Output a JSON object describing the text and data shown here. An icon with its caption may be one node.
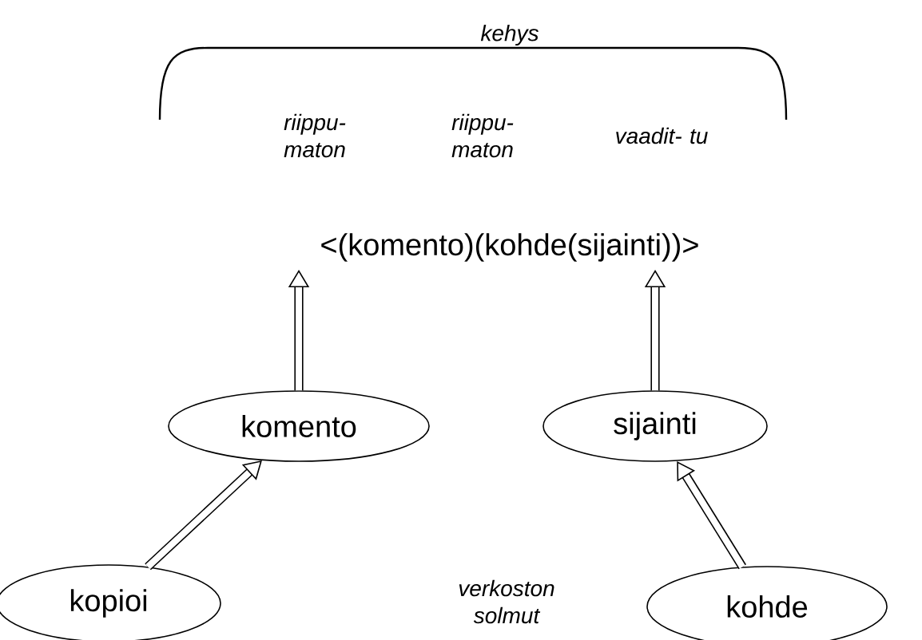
{
  "diagram": {
    "nodes": [
      {
        "text": [
          "<(komento)(kohde(sijainti))>"
        ]
      },
      {
        "text": [
          "komento"
        ]
      },
      {
        "text": [
          "sijainti"
        ]
      },
      {
        "text": [
          "kopioi"
        ]
      },
      {
        "text": [
          "kohde"
        ]
      }
    ],
    "edges": [
      {
        "from": 1,
        "to": 0,
        "arrow": "to"
      },
      {
        "from": 2,
        "to": 0,
        "arrow": "to"
      },
      {
        "from": 3,
        "to": 1,
        "arrow": "to"
      },
      {
        "from": 4,
        "to": 2,
        "arrow": "to"
      }
    ],
    "labels": [
      "kehys",
      "riippu- maton",
      "riippu- maton",
      "vaadit- tu",
      "verkoston solmut"
    ]
  }
}
